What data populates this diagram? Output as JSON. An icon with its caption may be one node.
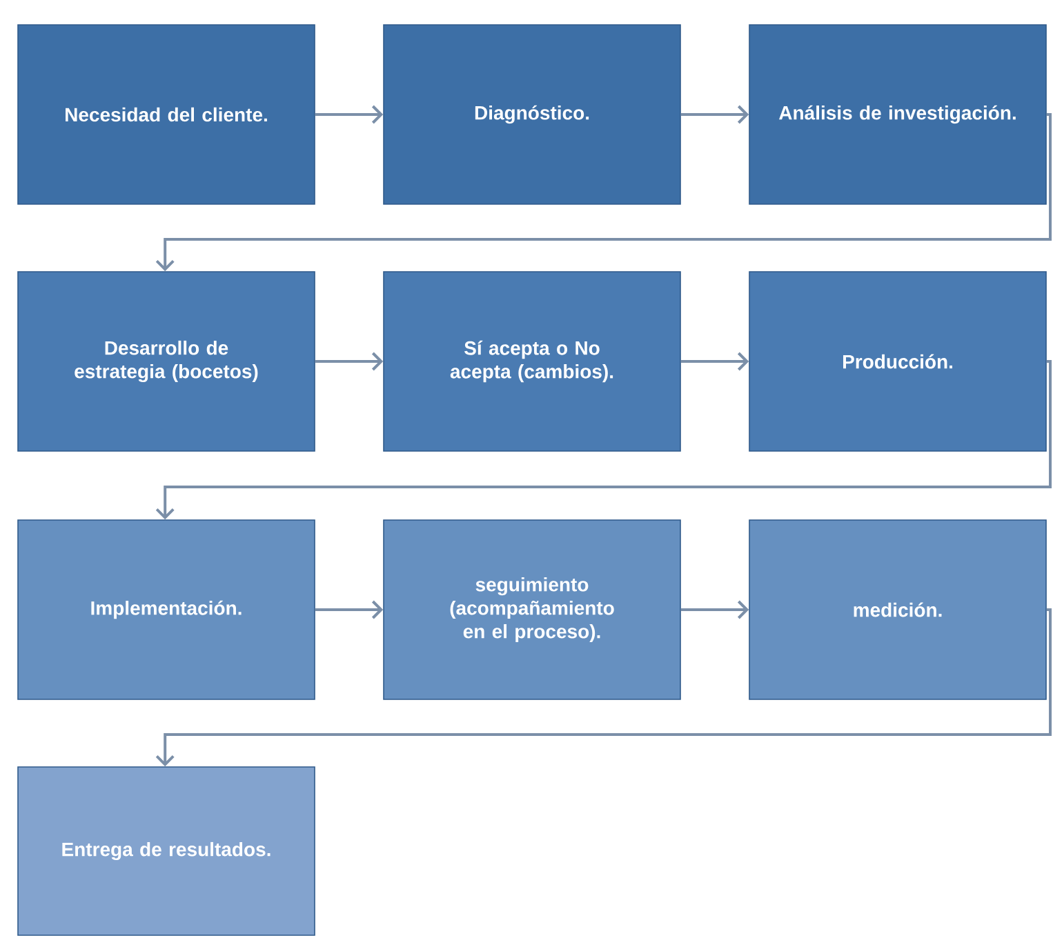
{
  "diagram": {
    "nodes": [
      {
        "text": [
          "Necesidad del cliente."
        ]
      },
      {
        "text": [
          "Diagnóstico."
        ]
      },
      {
        "text": [
          "Análisis de investigación."
        ]
      },
      {
        "text": [
          "Desarrollo de estrategia (bocetos)"
        ]
      },
      {
        "text": [
          "Sí acepta o No acepta (cambios)."
        ]
      },
      {
        "text": [
          "Producción."
        ]
      },
      {
        "text": [
          "Implementación."
        ]
      },
      {
        "text": [
          "seguimiento (acompañamiento en el proceso)."
        ]
      },
      {
        "text": [
          "medición."
        ]
      },
      {
        "text": [
          "Entrega de resultados."
        ]
      }
    ],
    "edges": [
      {
        "from": 0,
        "to": 1,
        "arrow": "to"
      },
      {
        "from": 1,
        "to": 2,
        "arrow": "to"
      },
      {
        "from": 2,
        "to": 3,
        "arrow": "to"
      },
      {
        "from": 3,
        "to": 4,
        "arrow": "to"
      },
      {
        "from": 4,
        "to": 5,
        "arrow": "to"
      },
      {
        "from": 5,
        "to": 6,
        "arrow": "to"
      },
      {
        "from": 6,
        "to": 7,
        "arrow": "to"
      },
      {
        "from": 7,
        "to": 8,
        "arrow": "to"
      },
      {
        "from": 8,
        "to": 9,
        "arrow": "to"
      }
    ]
  }
}
